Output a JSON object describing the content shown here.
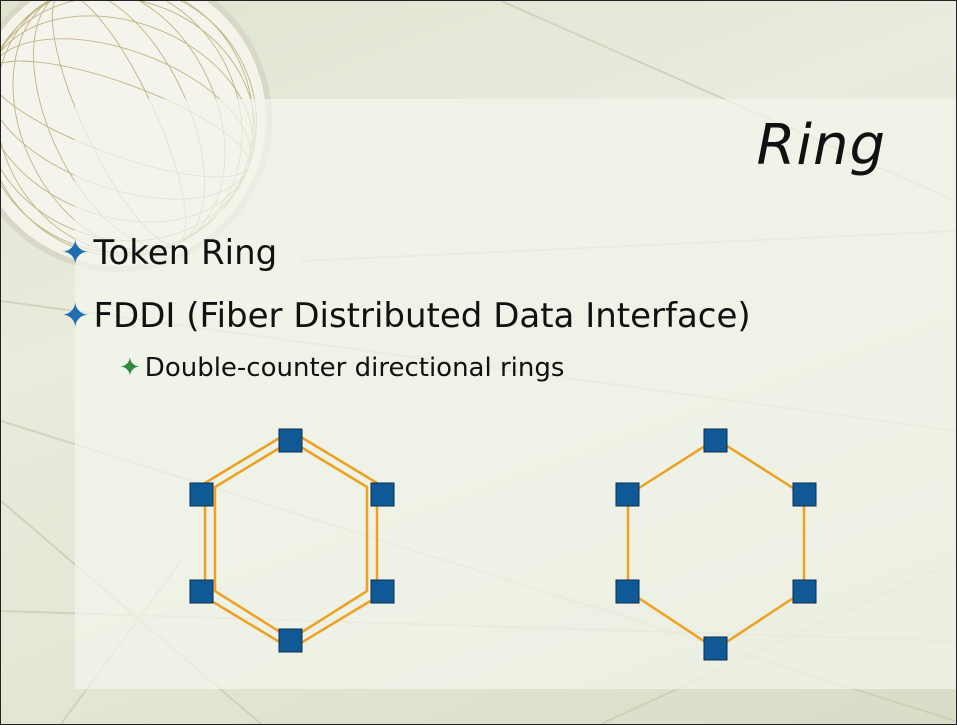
{
  "slide": {
    "title": "Ring",
    "bullets": [
      {
        "text": "Token Ring",
        "level": 1
      },
      {
        "text": "FDDI (Fiber Distributed Data Interface)",
        "level": 1
      },
      {
        "text": "Double-counter directional rings",
        "level": 2
      }
    ]
  },
  "colors": {
    "node_fill": "#0f5a96",
    "ring_line": "#f0a020",
    "bullet_level1": "#1f6fb0",
    "bullet_level2": "#2f8a3f",
    "text": "#111111"
  },
  "icons": {
    "bullet_level1": "four-point-star",
    "bullet_level2": "four-point-star"
  },
  "diagrams": [
    {
      "name": "double-ring",
      "nodes": 6,
      "ring_lines": 2
    },
    {
      "name": "single-ring",
      "nodes": 6,
      "ring_lines": 1
    }
  ]
}
